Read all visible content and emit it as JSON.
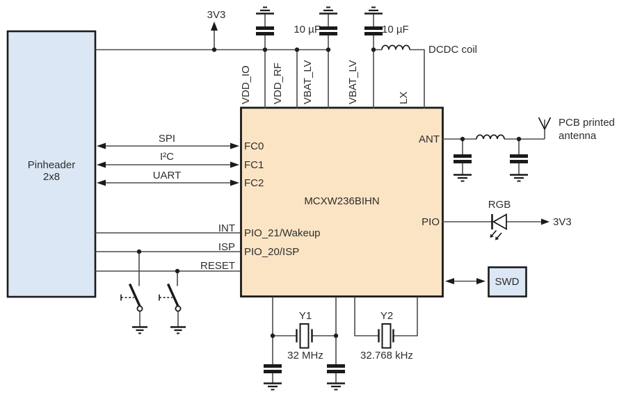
{
  "blocks": {
    "pinheader": {
      "line1": "Pinheader",
      "line2": "2x8"
    },
    "chip": {
      "name": "MCXW236BIHN"
    },
    "swd": {
      "label": "SWD"
    }
  },
  "power": {
    "rail": "3V3",
    "cap_left": "10 µF",
    "cap_right": "10 µF",
    "dcdc": "DCDC coil"
  },
  "chip_pins": {
    "top": [
      "VDD_IO",
      "VDD_RF",
      "VBAT_LV",
      "VBAT_LV",
      "LX"
    ],
    "left": [
      "FC0",
      "FC1",
      "FC2",
      "PIO_21/Wakeup",
      "PIO_20/ISP"
    ],
    "right": [
      "ANT",
      "PIO"
    ]
  },
  "buses": {
    "spi": "SPI",
    "i2c": "I²C",
    "uart": "UART"
  },
  "signals": {
    "int": "INT",
    "isp": "ISP",
    "reset": "RESET"
  },
  "antenna": {
    "line1": "PCB printed",
    "line2": "antenna"
  },
  "led": {
    "name": "RGB",
    "supply": "3V3"
  },
  "crystals": {
    "y1": {
      "ref": "Y1",
      "freq": "32 MHz"
    },
    "y2": {
      "ref": "Y2",
      "freq": "32.768 kHz"
    }
  },
  "colors": {
    "chip_fill": "#fbe4c4",
    "block_fill": "#dce7f5",
    "wire": "#4a4a4a",
    "ink": "#1a1a1a"
  }
}
